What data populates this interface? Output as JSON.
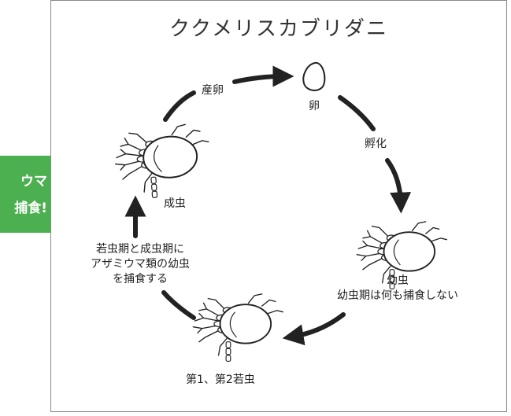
{
  "title": "ククメリスカブリダニ",
  "badge": {
    "line1": "ウマ",
    "line2": "捕食!"
  },
  "stages": {
    "egg": "卵",
    "larva": "幼虫",
    "larva_note": "幼虫期は何も捕食しない",
    "nymph": "第1、第2若虫",
    "adult": "成虫"
  },
  "transitions": {
    "lay_eggs": "産卵",
    "hatch": "孵化"
  },
  "predation_note": [
    "若虫期と成虫期に",
    "アザミウマ類の幼虫",
    "を捕食する"
  ],
  "colors": {
    "badge": "#4caf50",
    "arrow": "#222222",
    "frame": "#888888"
  }
}
